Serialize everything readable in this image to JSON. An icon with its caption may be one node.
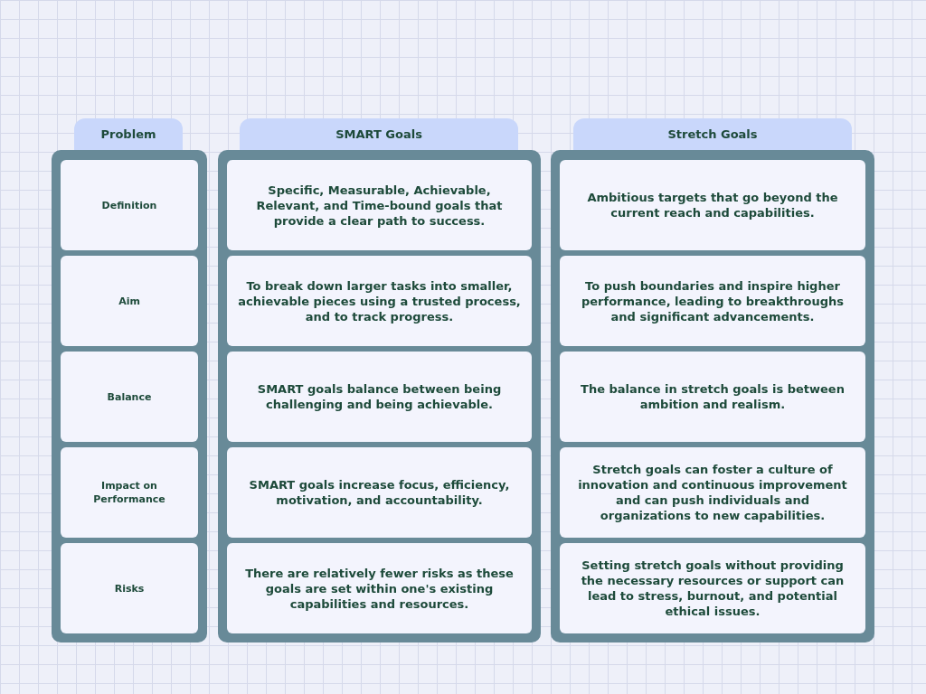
{
  "diagram": {
    "nodes": [
      {
        "text": [
          "Problem"
        ]
      },
      {
        "text": [
          "Definition"
        ],
        "in": 0
      },
      {
        "text": [
          "Aim"
        ],
        "in": 0
      },
      {
        "text": [
          "Balance"
        ],
        "in": 0
      },
      {
        "text": [
          "Impact on Performance"
        ],
        "in": 0
      },
      {
        "text": [
          "Risks"
        ],
        "in": 0
      },
      {
        "text": [
          "SMART Goals"
        ]
      },
      {
        "text": [
          "Specific, Measurable, Achievable, Relevant, and Time-bound goals that provide a clear path to success."
        ],
        "in": 6
      },
      {
        "text": [
          "To break down larger tasks into smaller, achievable pieces using a trusted process, and to track progress."
        ],
        "in": 6
      },
      {
        "text": [
          "SMART goals balance between being challenging and being achievable."
        ],
        "in": 6
      },
      {
        "text": [
          "SMART goals increase focus, efficiency, motivation, and accountability."
        ],
        "in": 6
      },
      {
        "text": [
          "There are relatively fewer risks as these goals are set within one's existing capabilities and resources."
        ],
        "in": 6
      },
      {
        "text": [
          "Stretch Goals"
        ]
      },
      {
        "text": [
          "Ambitious targets that go beyond the current reach and capabilities."
        ],
        "in": 12
      },
      {
        "text": [
          "To push boundaries and inspire higher performance, leading to breakthroughs and significant advancements."
        ],
        "in": 12
      },
      {
        "text": [
          "The balance in stretch goals is between ambition and realism."
        ],
        "in": 12
      },
      {
        "text": [
          "Stretch goals can foster a culture of innovation and continuous improvement and can push individuals and organizations to new capabilities."
        ],
        "in": 12
      },
      {
        "text": [
          "Setting stretch goals without providing the necessary resources or support can lead to stress, burnout, and potential ethical issues."
        ],
        "in": 12
      }
    ],
    "edges": []
  }
}
